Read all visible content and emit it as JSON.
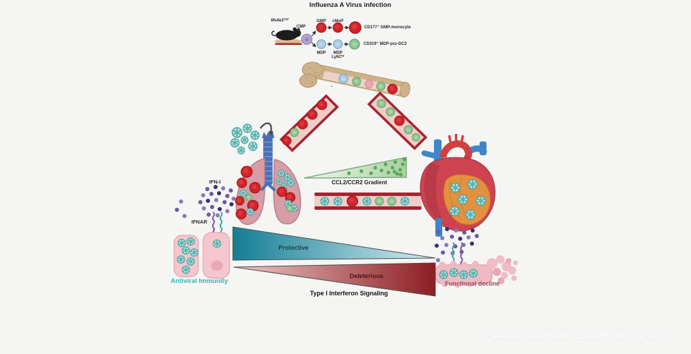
{
  "title": "Influenza A Virus infection",
  "pathway": {
    "mouse_label": "Ms4a3ᵀᵈᵀ",
    "cmp_label": "CMP",
    "gmp_label": "GMP",
    "cmop_label": "cMoP",
    "gmp_monocyte_label": "CD177⁺ GMP-monocyte",
    "mdp_label": "MDP",
    "mdp_ly6c_line1": "MDP",
    "mdp_ly6c_line2": "Ly6Cʰⁱ",
    "mdp_dc3_label": "CD319⁺ MDP-pro-DC3"
  },
  "lung_panel": {
    "ifn_label": "IFN-I",
    "ifnar_label": "IFNAR",
    "caption": "Antiviral Immunity"
  },
  "gradient_panel": {
    "ccl2_label": "CCL2/CCR2 Gradient"
  },
  "heart_panel": {
    "caption": "Functional decline"
  },
  "signaling": {
    "protective_label": "Protective",
    "deleterious_label": "Deleterious",
    "axis_label": "Type I Interferon Signaling"
  },
  "credit": "Photo Credit: Mount Sinai Health System",
  "colors": {
    "background": "#f5f5f4",
    "monocyte_red": "#d2232a",
    "dc3_green": "#8fc794",
    "mdp_blue": "#a9cbe2",
    "cmp_purple": "#b2a3cc",
    "virus_teal": "#4aa9a5",
    "ifn_purple": "#5d4a9c",
    "vessel_wall_red": "#a6242e",
    "bone_tan": "#cdb189",
    "protective_teal": "#17849a",
    "deleterious_red": "#8c1d23",
    "antiviral_caption": "#33b7b1",
    "decline_caption": "#9c4a55"
  }
}
